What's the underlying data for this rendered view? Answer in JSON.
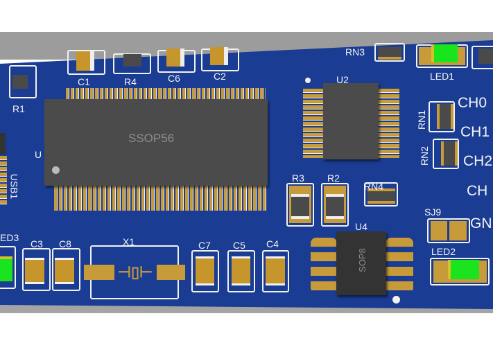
{
  "colors": {
    "board": "#1a3c92",
    "silkscreen": "#f2f2f2",
    "pad": "#c79a3a",
    "chip": "#4b4b4b",
    "led": "#19e41d"
  },
  "labels": {
    "c1": "C1",
    "r4": "R4",
    "c6": "C6",
    "c2": "C2",
    "r1": "R1",
    "u_partial": "U",
    "usb1": "USB1",
    "ssop56": "SSOP56",
    "rn3": "RN3",
    "led1": "LED1",
    "u2": "U2",
    "ch0": "CH0",
    "ch1": "CH1",
    "ch2": "CH2",
    "ch3_partial": "CH",
    "gnd_partial": "GN",
    "rn1": "RN1",
    "rn2": "RN2",
    "r3": "R3",
    "r2": "R2",
    "rn4": "RN4",
    "sj9": "SJ9",
    "u4": "U4",
    "sop8": "SOP8",
    "led2": "LED2",
    "led3_partial": "ED3",
    "c3": "C3",
    "c8": "C8",
    "x1": "X1",
    "c7": "C7",
    "c5": "C5",
    "c4": "C4"
  }
}
